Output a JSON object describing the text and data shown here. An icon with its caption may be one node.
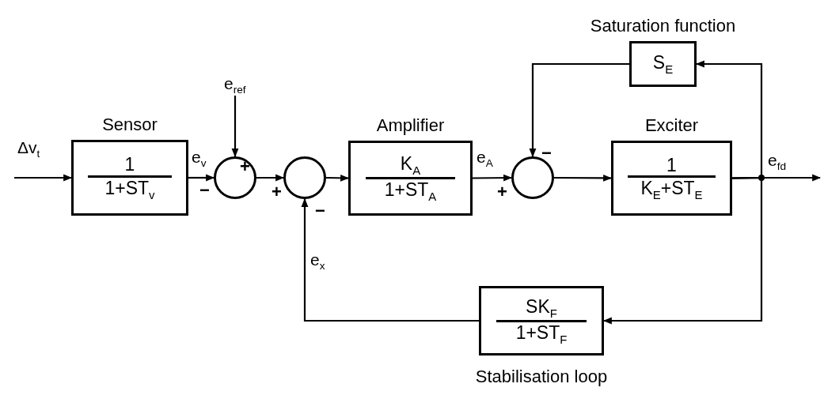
{
  "diagram": {
    "nodes": [
      {
        "text": [
          "Sensor",
          "1",
          "1+ST$_{v}$"
        ]
      },
      {
        "text": [],
        "shape": "circle"
      },
      {
        "text": [],
        "shape": "circle"
      },
      {
        "text": [
          "Amplifier",
          "K$_{A}$",
          "1+ST$_{A}$"
        ]
      },
      {
        "text": [],
        "shape": "circle"
      },
      {
        "text": [
          "Exciter",
          "1",
          "K$_{E}$+ST$_{E}$"
        ]
      },
      {
        "text": [
          "Saturation function",
          "S$_{E}$"
        ]
      },
      {
        "text": [
          "SK$_{F}$",
          "1+ST$_{F}$",
          "Stabilisation loop"
        ]
      }
    ],
    "edges": [
      {
        "from": null,
        "to": 0,
        "arrow": "to",
        "label": "Δv$_{t}$"
      },
      {
        "from": 0,
        "to": 1,
        "arrow": "to",
        "label": "e$_{v}$"
      },
      {
        "from": null,
        "to": 1,
        "arrow": "to",
        "label": "e$_{ref}$"
      },
      {
        "from": 1,
        "to": 2,
        "arrow": "to"
      },
      {
        "from": 2,
        "to": 3,
        "arrow": "to"
      },
      {
        "from": 3,
        "to": 4,
        "arrow": "to",
        "label": "e$_{A}$"
      },
      {
        "from": 6,
        "to": 4,
        "arrow": "to"
      },
      {
        "from": 4,
        "to": 5,
        "arrow": "to"
      },
      {
        "from": 5,
        "to": null,
        "arrow": "to",
        "label": "e$_{fd}$"
      },
      {
        "from": 5,
        "to": 6,
        "arrow": "to"
      },
      {
        "from": 5,
        "to": 7,
        "arrow": "to"
      },
      {
        "from": 7,
        "to": 2,
        "arrow": "to",
        "label": "e$_{x}$"
      }
    ],
    "labels": [
      "+",
      "−",
      "+",
      "−",
      "−",
      "+"
    ]
  }
}
